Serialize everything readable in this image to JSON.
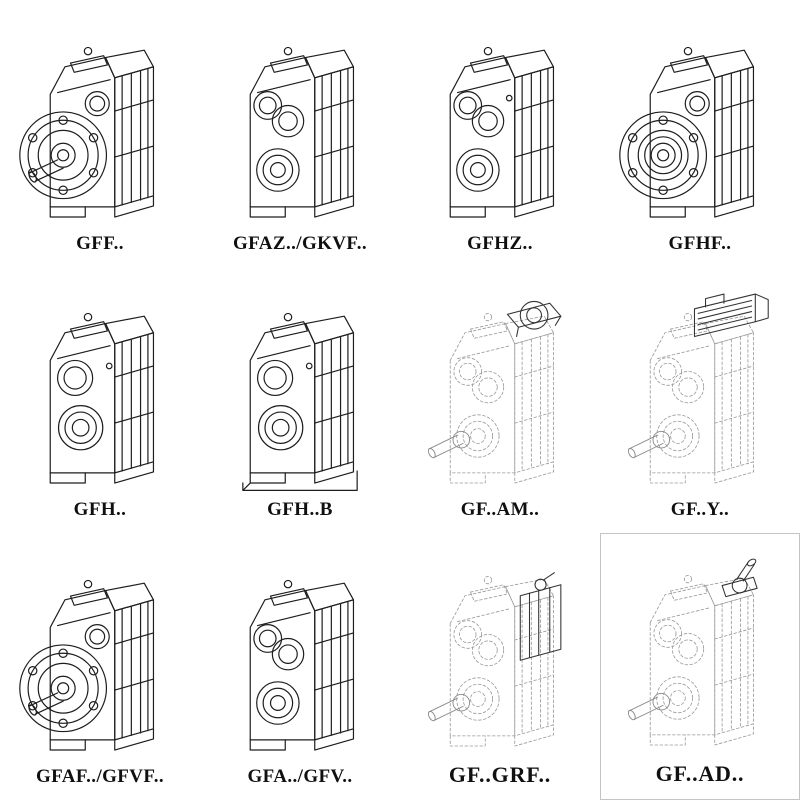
{
  "grid": {
    "items": [
      {
        "label": "GFF..",
        "icon": "gearbox-flange-shaft-icon",
        "style": "solid"
      },
      {
        "label": "GFAZ../GKVF..",
        "icon": "gearbox-hollow-shaft-icon",
        "style": "solid"
      },
      {
        "label": "GFHZ..",
        "icon": "gearbox-hollow-shaft-angled-icon",
        "style": "solid"
      },
      {
        "label": "GFHF..",
        "icon": "gearbox-flange-hollow-icon",
        "style": "solid"
      },
      {
        "label": "GFH..",
        "icon": "gearbox-foot-mount-icon",
        "style": "solid"
      },
      {
        "label": "GFH..B",
        "icon": "gearbox-foot-mount-base-icon",
        "style": "solid"
      },
      {
        "label": "GF..AM..",
        "icon": "gearbox-phantom-motor-flange-icon",
        "style": "phantom"
      },
      {
        "label": "GF..Y..",
        "icon": "gearbox-phantom-motor-icon",
        "style": "phantom"
      },
      {
        "label": "GFAF../GFVF..",
        "icon": "gearbox-flange-shaft-icon",
        "style": "solid"
      },
      {
        "label": "GFA../GFV..",
        "icon": "gearbox-hollow-shaft-icon",
        "style": "solid"
      },
      {
        "label": "GF..GRF..",
        "icon": "gearbox-phantom-input-housing-icon",
        "style": "phantom"
      },
      {
        "label": "GF..AD..",
        "icon": "gearbox-phantom-input-shaft-icon",
        "style": "phantom"
      }
    ]
  },
  "colors": {
    "line": "#1e1e1e",
    "phantom": "#9a9a9a",
    "highlight": "#343434",
    "background": "#ffffff",
    "box_border": "#c4c4c4"
  }
}
